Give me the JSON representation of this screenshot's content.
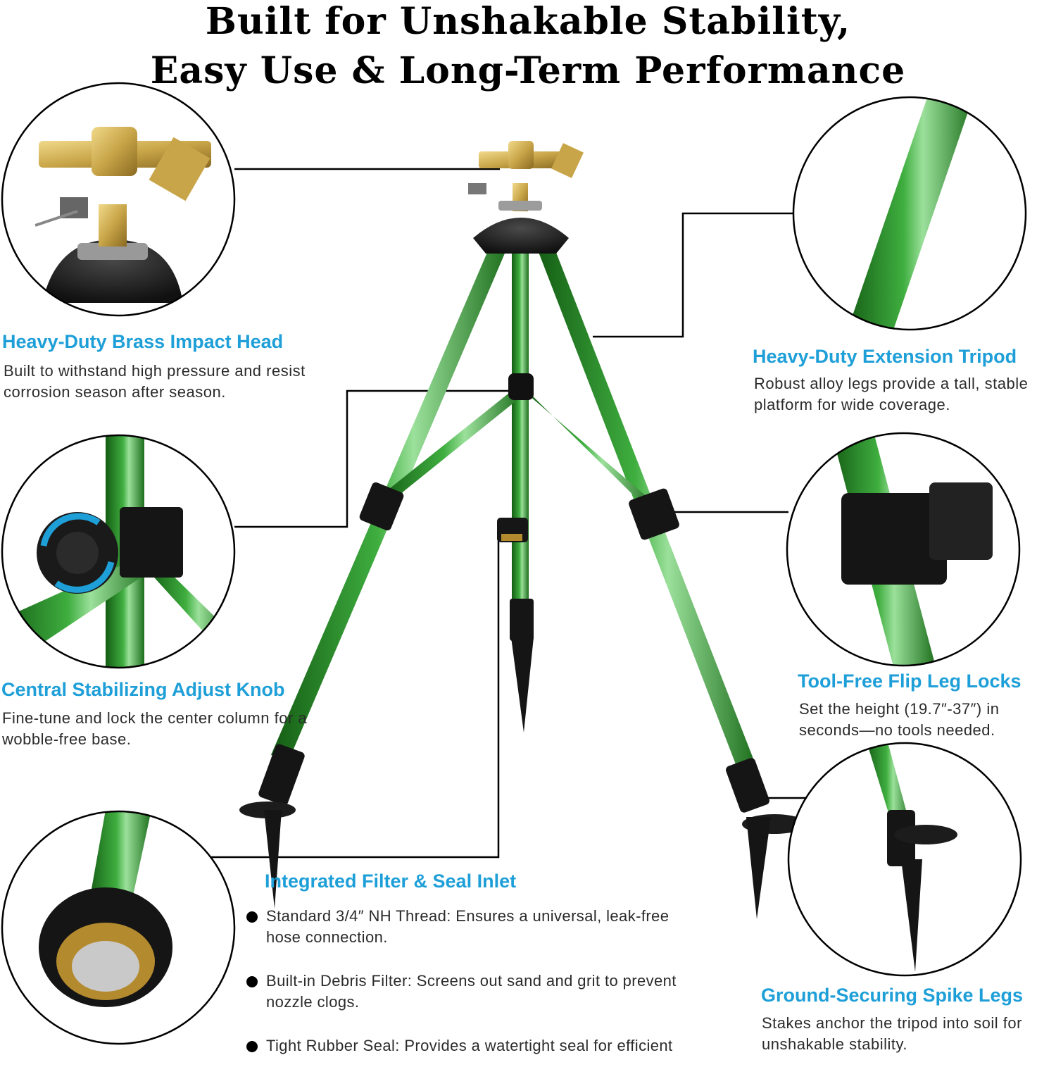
{
  "headline": {
    "line1": "Built for Unshakable Stability,",
    "line2": "Easy Use & Long-Term Performance"
  },
  "features": {
    "brass_head": {
      "title": "Heavy-Duty Brass Impact Head",
      "desc_line1": "Built to withstand high pressure and resist",
      "desc_line2": "corrosion season after season."
    },
    "adjust_knob": {
      "title": "Central Stabilizing Adjust Knob",
      "desc_line1": "Fine-tune and lock the center column for a",
      "desc_line2": "wobble-free base."
    },
    "extension_tripod": {
      "title": "Heavy-Duty Extension Tripod",
      "desc_line1": "Robust alloy legs provide a tall, stable",
      "desc_line2": "platform for wide coverage."
    },
    "leg_locks": {
      "title": "Tool-Free Flip Leg Locks",
      "desc_line1": "Set the height (19.7″-37″) in",
      "desc_line2": "seconds—no tools needed."
    },
    "spike_legs": {
      "title": "Ground-Securing Spike Legs",
      "desc_line1": "Stakes anchor the tripod into soil for",
      "desc_line2": "unshakable stability."
    },
    "filter_inlet": {
      "title": "Integrated Filter & Seal Inlet",
      "bullets": [
        {
          "line1": "Standard 3/4″ NH Thread: Ensures a universal, leak-free",
          "line2": "hose connection."
        },
        {
          "line1": "Built-in Debris Filter: Screens out sand and grit to prevent",
          "line2": "nozzle clogs."
        },
        {
          "line1": "Tight Rubber Seal: Provides a watertight seal for efficient",
          "line2": ""
        }
      ]
    }
  },
  "colors": {
    "accent_blue": "#1e9fd8",
    "leg_green": "#2e8b2e",
    "brass": "#c8a548",
    "black_part": "#1a1a1a"
  }
}
